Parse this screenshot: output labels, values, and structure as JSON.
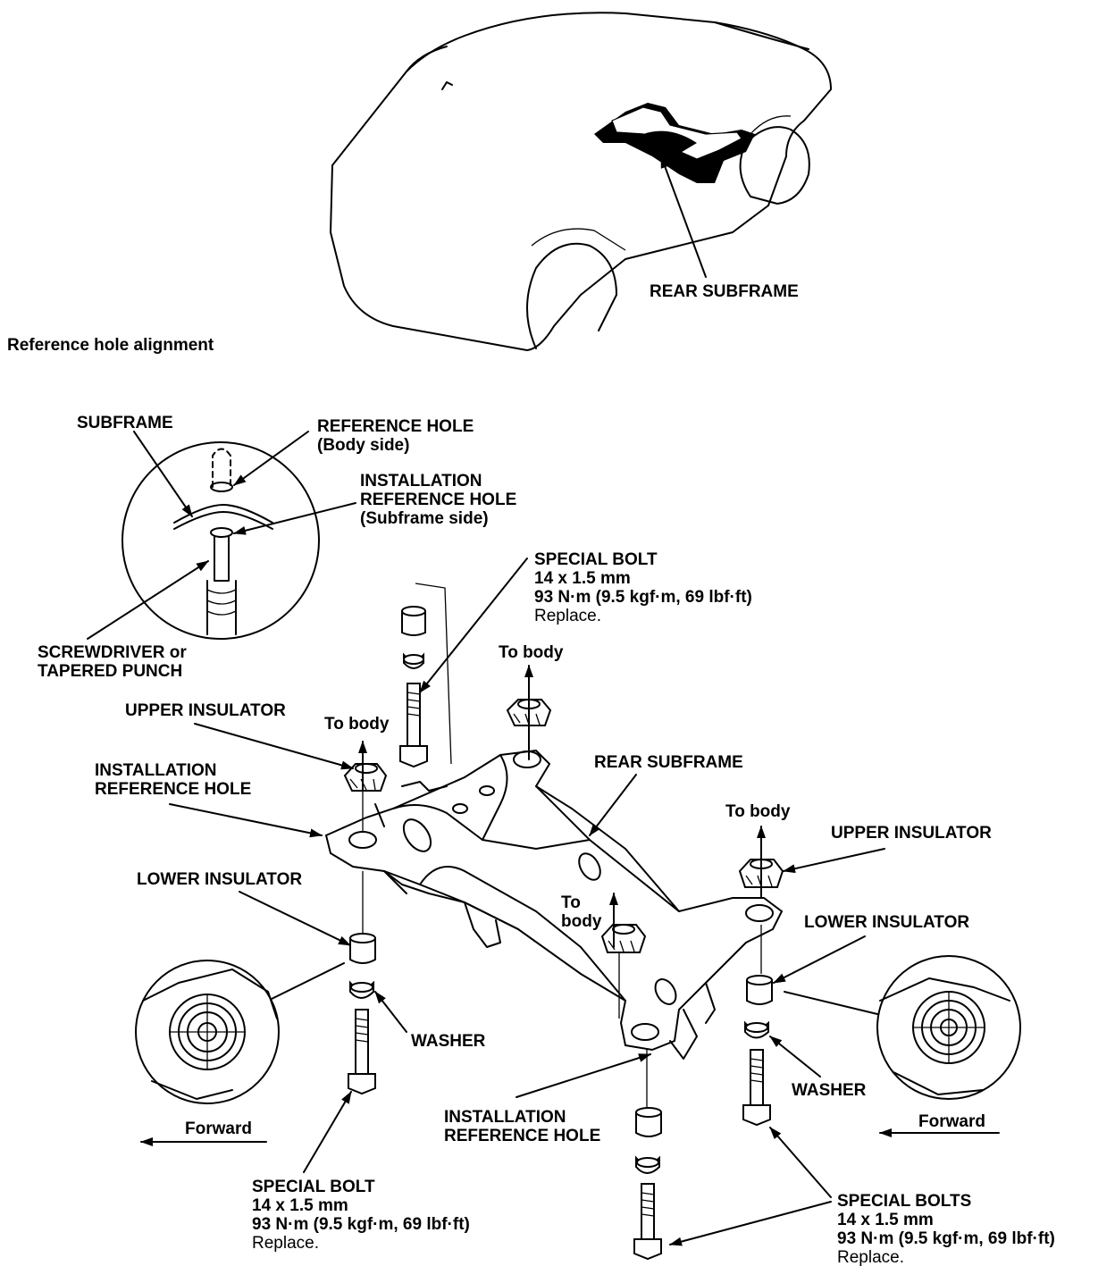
{
  "title": "Reference hole alignment",
  "labels": {
    "rear_subframe_top": "REAR SUBFRAME",
    "subframe": "SUBFRAME",
    "reference_hole": [
      "REFERENCE HOLE",
      "(Body side)"
    ],
    "installation_reference_hole_detail": [
      "INSTALLATION",
      "REFERENCE HOLE",
      "(Subframe side)"
    ],
    "screwdriver": [
      "SCREWDRIVER or",
      "TAPERED PUNCH"
    ],
    "special_bolt_top": [
      "SPECIAL BOLT",
      "14 x 1.5 mm",
      "93 N·m (9.5 kgf·m, 69 lbf·ft)",
      "Replace."
    ],
    "to_body_1": "To body",
    "to_body_2": "To body",
    "to_body_3": "To body",
    "to_body_4": [
      "To",
      "body"
    ],
    "upper_insulator_left": "UPPER INSULATOR",
    "upper_insulator_right": "UPPER INSULATOR",
    "installation_reference_hole_left": [
      "INSTALLATION",
      "REFERENCE HOLE"
    ],
    "rear_subframe_main": "REAR SUBFRAME",
    "lower_insulator_left": "LOWER INSULATOR",
    "lower_insulator_right": "LOWER INSULATOR",
    "washer_left": "WASHER",
    "washer_right": "WASHER",
    "forward_left": "Forward",
    "forward_right": "Forward",
    "installation_reference_hole_bottom": [
      "INSTALLATION",
      "REFERENCE HOLE"
    ],
    "special_bolt_bottom": [
      "SPECIAL BOLT",
      "14 x 1.5 mm",
      "93 N·m (9.5 kgf·m, 69 lbf·ft)",
      "Replace."
    ],
    "special_bolts_right": [
      "SPECIAL BOLTS",
      "14 x 1.5 mm",
      "93 N·m (9.5 kgf·m, 69 lbf·ft)",
      "Replace."
    ]
  }
}
